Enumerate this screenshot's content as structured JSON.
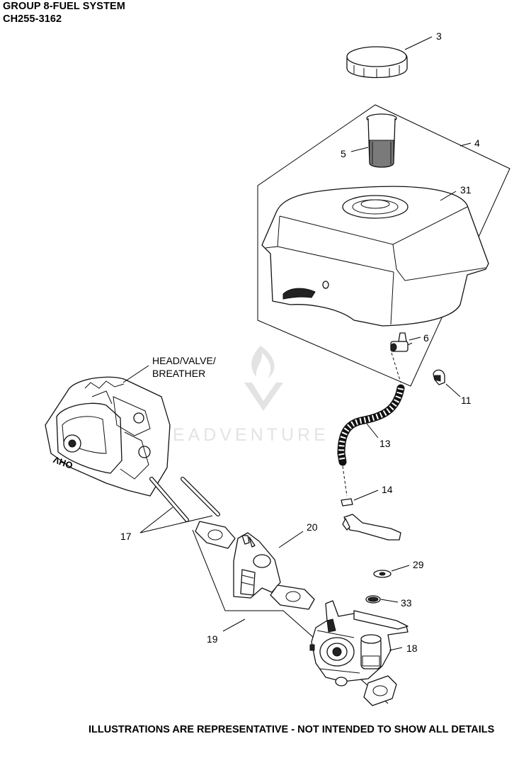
{
  "header": {
    "title": "GROUP 8-FUEL SYSTEM",
    "model": "CH255-3162"
  },
  "callouts": {
    "c3": "3",
    "c4": "4",
    "c5": "5",
    "c31": "31",
    "c6": "6",
    "c11": "11",
    "c13": "13",
    "c14": "14",
    "c17": "17",
    "c20": "20",
    "c29": "29",
    "c33": "33",
    "c18": "18",
    "c19": "19",
    "head_line1": "HEAD/VALVE/",
    "head_line2": "BREATHER"
  },
  "cover_text": "OHV",
  "watermark": "LEADVENTURE",
  "footer": "ILLUSTRATIONS ARE REPRESENTATIVE - NOT INTENDED TO SHOW ALL DETAILS"
}
